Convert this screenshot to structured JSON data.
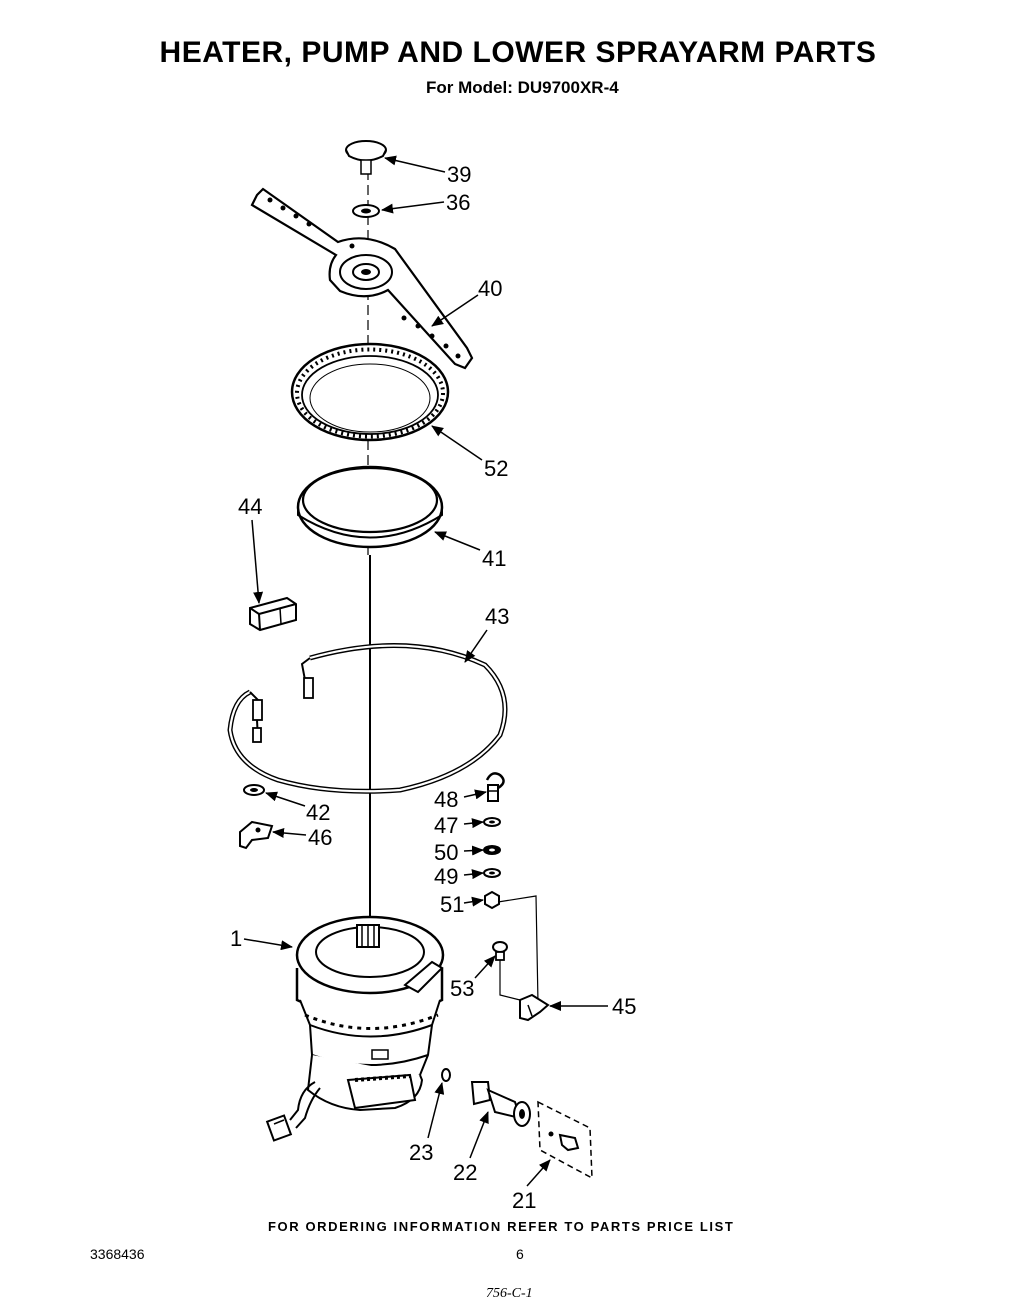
{
  "header": {
    "title": "HEATER, PUMP AND LOWER SPRAYARM PARTS",
    "subtitle": "For Model: DU9700XR-4"
  },
  "callouts": {
    "c39": "39",
    "c36": "36",
    "c40": "40",
    "c52": "52",
    "c44": "44",
    "c41": "41",
    "c43": "43",
    "c42": "42",
    "c46": "46",
    "c48": "48",
    "c47": "47",
    "c50": "50",
    "c49": "49",
    "c51": "51",
    "c1": "1",
    "c53": "53",
    "c45": "45",
    "c23": "23",
    "c22": "22",
    "c21": "21"
  },
  "footer": {
    "ordering_note": "FOR ORDERING INFORMATION REFER TO PARTS PRICE LIST",
    "doc_number": "3368436",
    "page_number": "6",
    "handwritten_note": "756-C-1"
  }
}
